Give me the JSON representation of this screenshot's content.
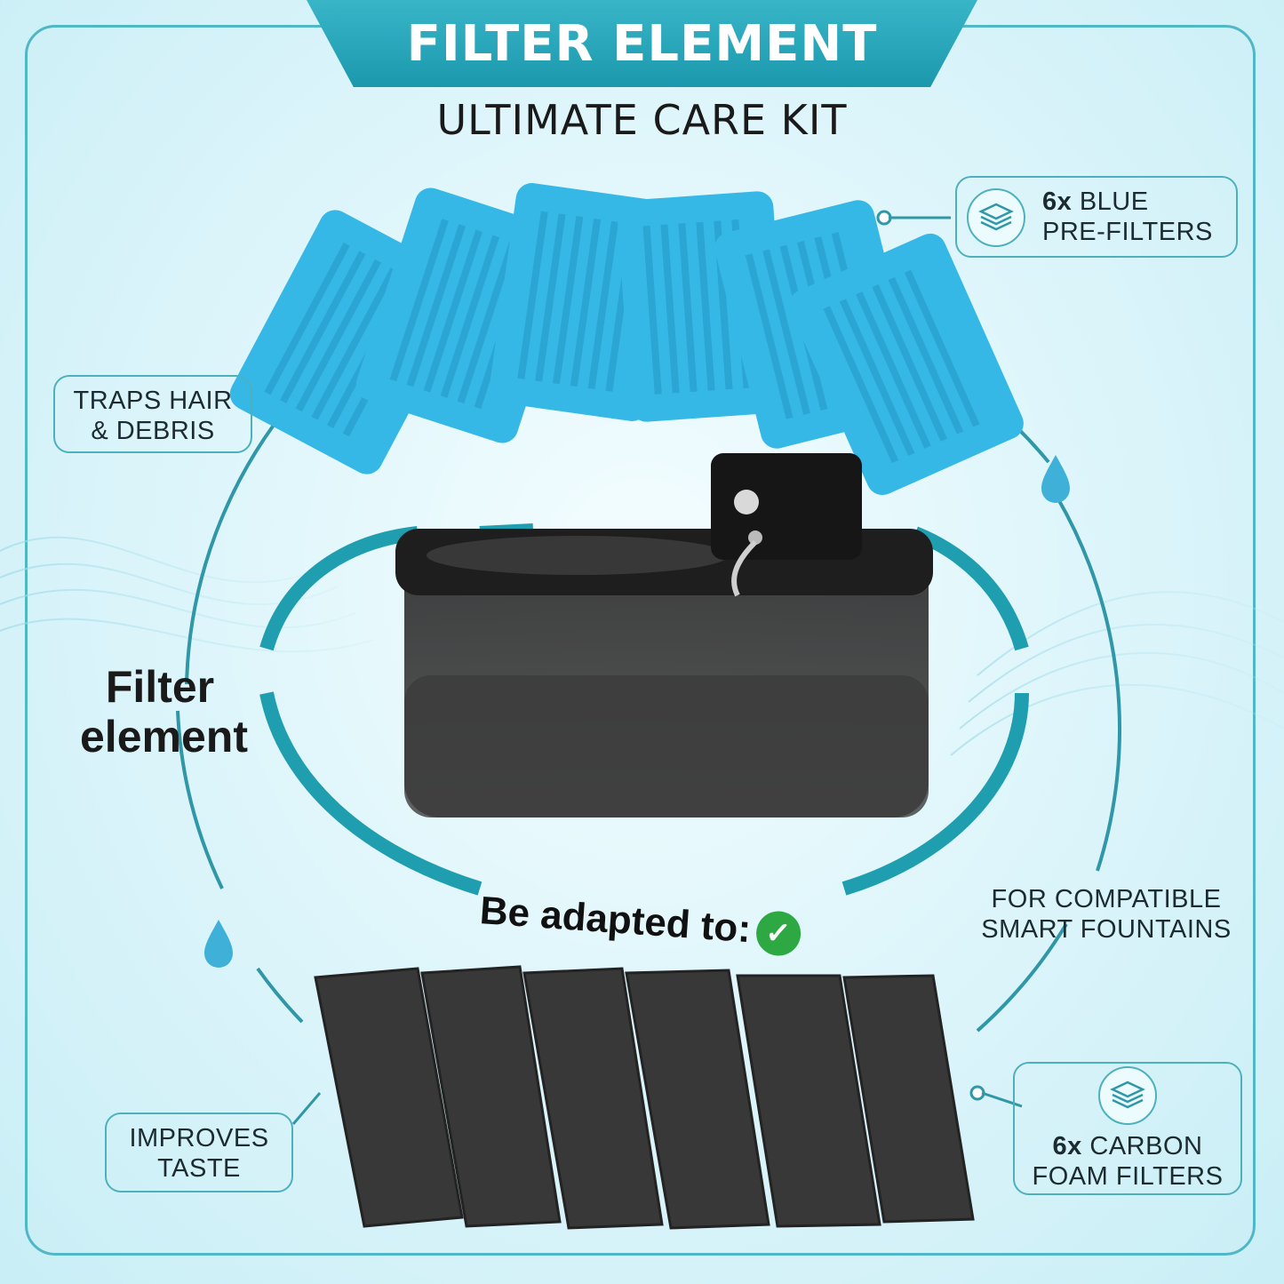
{
  "header": {
    "title": "FILTER ELEMENT",
    "subtitle": "ULTIMATE CARE KIT"
  },
  "callouts": {
    "blue_prefilters": {
      "qty": "6x",
      "line1": "BLUE",
      "line2": "PRE-FILTERS"
    },
    "traps": {
      "line1": "TRAPS HAIR",
      "line2": "& DEBRIS"
    },
    "compatible": {
      "line1": "FOR COMPATIBLE",
      "line2": "SMART FOUNTAINS"
    },
    "taste": {
      "line1": "IMPROVES",
      "line2": "TASTE"
    },
    "carbon": {
      "qty": "6x",
      "line1": "CARBON",
      "line2": "FOAM FILTERS"
    }
  },
  "center": {
    "label_line1": "Filter",
    "label_line2": "element",
    "adapted": "Be adapted to:"
  },
  "icons": {
    "layers": "layers-icon",
    "drop": "water-drop-icon",
    "check": "check-circle-icon"
  },
  "colors": {
    "accent": "#1c98ac",
    "frame": "#4fb7c6",
    "prefilter_blue": "#35b8e6",
    "carbon_gray": "#3a3a3a",
    "check_green": "#2ea843"
  }
}
